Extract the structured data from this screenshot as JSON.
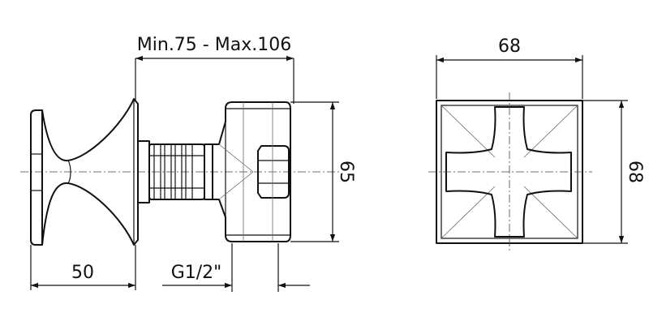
{
  "drawing": {
    "side_view": {
      "depth_range_label": "Min.75 - Max.106",
      "height_label": "65",
      "handle_depth_label": "50",
      "thread_label": "G1/2\""
    },
    "front_view": {
      "width_label": "68",
      "height_label": "68"
    }
  }
}
